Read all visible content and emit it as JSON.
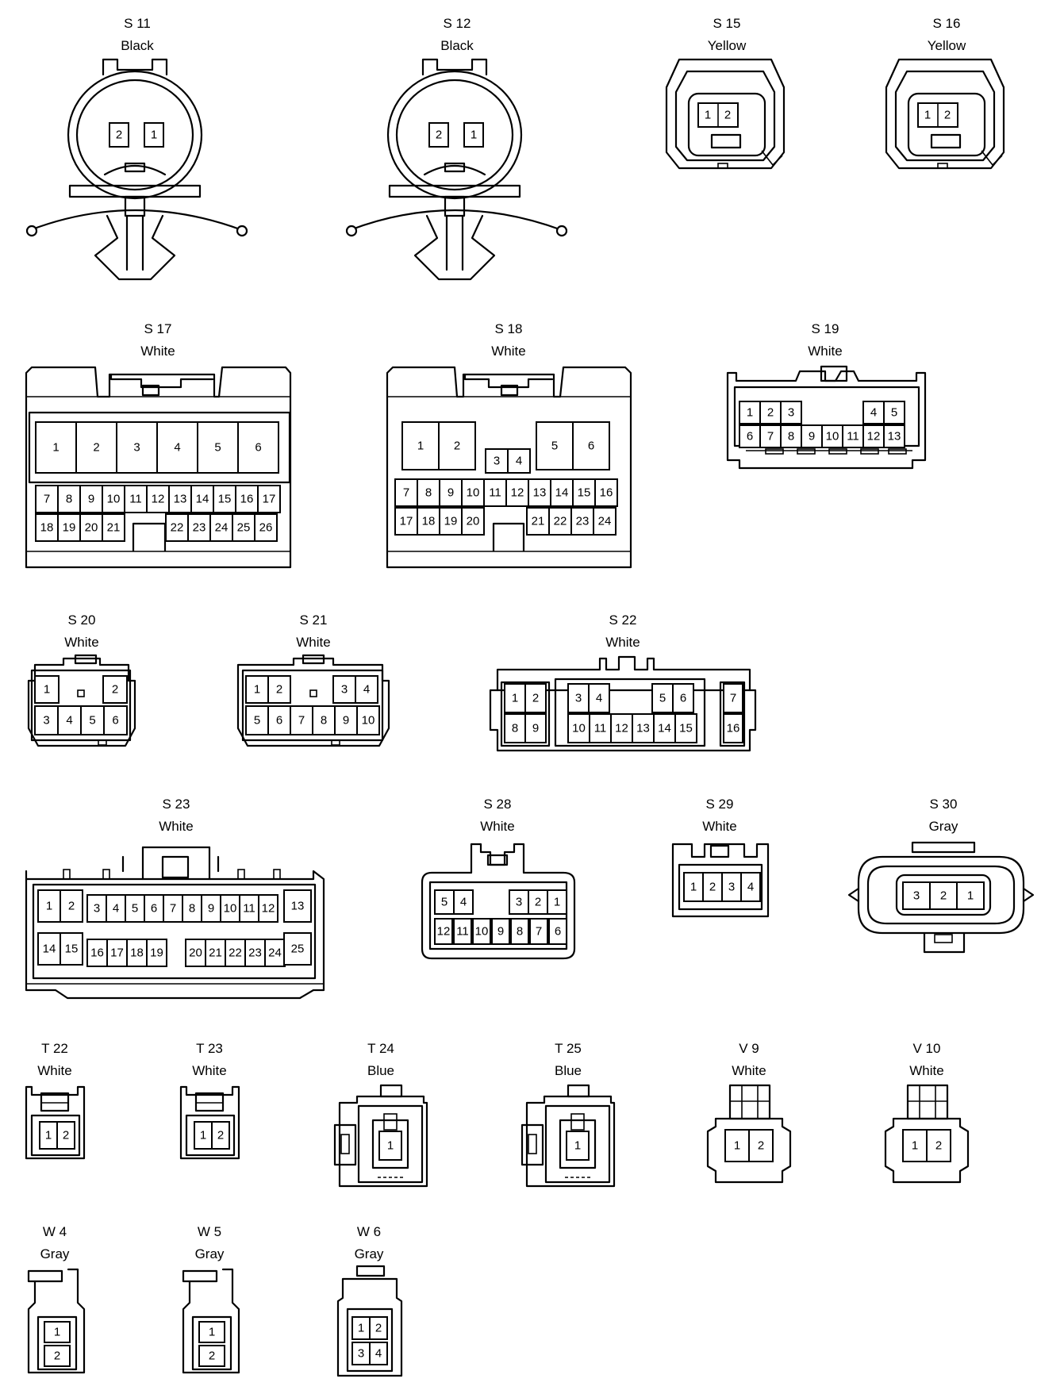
{
  "connectors": [
    {
      "id": "S 11",
      "color": "Black",
      "pins": [
        "2",
        "1"
      ]
    },
    {
      "id": "S 12",
      "color": "Black",
      "pins": [
        "2",
        "1"
      ]
    },
    {
      "id": "S 15",
      "color": "Yellow",
      "pins": [
        "1",
        "2"
      ]
    },
    {
      "id": "S 16",
      "color": "Yellow",
      "pins": [
        "1",
        "2"
      ]
    },
    {
      "id": "S 17",
      "color": "White",
      "pins": [
        "1",
        "2",
        "3",
        "4",
        "5",
        "6",
        "7",
        "8",
        "9",
        "10",
        "11",
        "12",
        "13",
        "14",
        "15",
        "16",
        "17",
        "18",
        "19",
        "20",
        "21",
        "22",
        "23",
        "24",
        "25",
        "26"
      ]
    },
    {
      "id": "S 18",
      "color": "White",
      "pins": [
        "1",
        "2",
        "3",
        "4",
        "5",
        "6",
        "7",
        "8",
        "9",
        "10",
        "11",
        "12",
        "13",
        "14",
        "15",
        "16",
        "17",
        "18",
        "19",
        "20",
        "21",
        "22",
        "23",
        "24"
      ]
    },
    {
      "id": "S 19",
      "color": "White",
      "pins": [
        "1",
        "2",
        "3",
        "4",
        "5",
        "6",
        "7",
        "8",
        "9",
        "10",
        "11",
        "12",
        "13"
      ]
    },
    {
      "id": "S 20",
      "color": "White",
      "pins": [
        "1",
        "2",
        "3",
        "4",
        "5",
        "6"
      ]
    },
    {
      "id": "S 21",
      "color": "White",
      "pins": [
        "1",
        "2",
        "3",
        "4",
        "5",
        "6",
        "7",
        "8",
        "9",
        "10"
      ]
    },
    {
      "id": "S 22",
      "color": "White",
      "pins": [
        "1",
        "2",
        "3",
        "4",
        "5",
        "6",
        "7",
        "8",
        "9",
        "10",
        "11",
        "12",
        "13",
        "14",
        "15",
        "16"
      ]
    },
    {
      "id": "S 23",
      "color": "White",
      "pins": [
        "1",
        "2",
        "3",
        "4",
        "5",
        "6",
        "7",
        "8",
        "9",
        "10",
        "11",
        "12",
        "13",
        "14",
        "15",
        "16",
        "17",
        "18",
        "19",
        "20",
        "21",
        "22",
        "23",
        "24",
        "25"
      ]
    },
    {
      "id": "S 28",
      "color": "White",
      "pins": [
        "1",
        "2",
        "3",
        "4",
        "5",
        "6",
        "7",
        "8",
        "9",
        "10",
        "11",
        "12"
      ]
    },
    {
      "id": "S 29",
      "color": "White",
      "pins": [
        "1",
        "2",
        "3",
        "4"
      ]
    },
    {
      "id": "S 30",
      "color": "Gray",
      "pins": [
        "3",
        "2",
        "1"
      ]
    },
    {
      "id": "T 22",
      "color": "White",
      "pins": [
        "1",
        "2"
      ]
    },
    {
      "id": "T 23",
      "color": "White",
      "pins": [
        "1",
        "2"
      ]
    },
    {
      "id": "T 24",
      "color": "Blue",
      "pins": [
        "1"
      ]
    },
    {
      "id": "T 25",
      "color": "Blue",
      "pins": [
        "1"
      ]
    },
    {
      "id": "V 9",
      "color": "White",
      "pins": [
        "1",
        "2"
      ]
    },
    {
      "id": "V 10",
      "color": "White",
      "pins": [
        "1",
        "2"
      ]
    },
    {
      "id": "W 4",
      "color": "Gray",
      "pins": [
        "1",
        "2"
      ]
    },
    {
      "id": "W 5",
      "color": "Gray",
      "pins": [
        "1",
        "2"
      ]
    },
    {
      "id": "W 6",
      "color": "Gray",
      "pins": [
        "1",
        "2",
        "3",
        "4"
      ]
    }
  ]
}
